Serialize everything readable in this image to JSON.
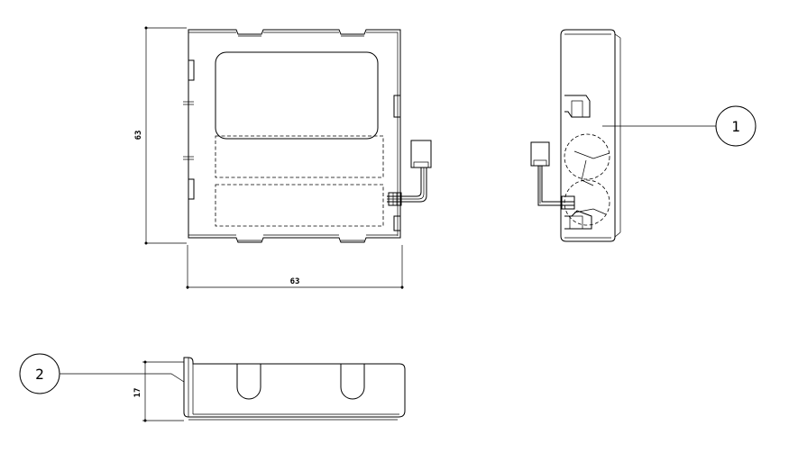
{
  "dimensions": {
    "front_height": "63",
    "front_width": "63",
    "bottom_height": "17"
  },
  "balloons": {
    "b1": "1",
    "b2": "2"
  }
}
